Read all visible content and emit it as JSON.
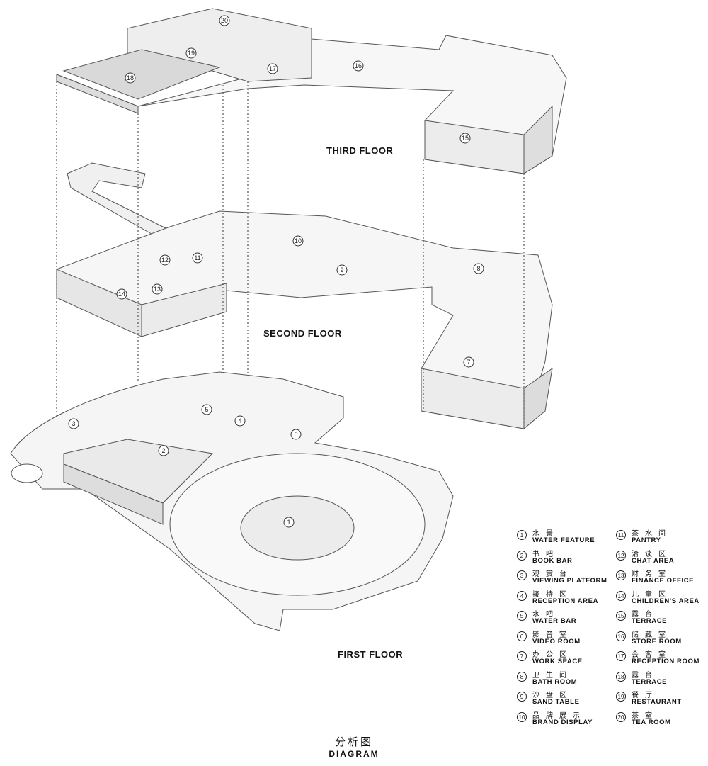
{
  "floors": {
    "third": "THIRD FLOOR",
    "second": "SECOND FLOOR",
    "first": "FIRST FLOOR"
  },
  "caption": {
    "cn": "分析图",
    "en": "DIAGRAM"
  },
  "legend": [
    {
      "num": "1",
      "cn": "水景",
      "en": "WATER FEATURE"
    },
    {
      "num": "2",
      "cn": "书吧",
      "en": "BOOK BAR"
    },
    {
      "num": "3",
      "cn": "观赏台",
      "en": "VIEWING PLATFORM"
    },
    {
      "num": "4",
      "cn": "接待区",
      "en": "RECEPTION AREA"
    },
    {
      "num": "5",
      "cn": "水吧",
      "en": "WATER BAR"
    },
    {
      "num": "6",
      "cn": "影音室",
      "en": "VIDEO ROOM"
    },
    {
      "num": "7",
      "cn": "办公区",
      "en": "WORK SPACE"
    },
    {
      "num": "8",
      "cn": "卫生间",
      "en": "BATH ROOM"
    },
    {
      "num": "9",
      "cn": "沙盘区",
      "en": "SAND TABLE"
    },
    {
      "num": "10",
      "cn": "品牌展示",
      "en": "BRAND DISPLAY"
    },
    {
      "num": "11",
      "cn": "茶水间",
      "en": "PANTRY"
    },
    {
      "num": "12",
      "cn": "洽谈区",
      "en": "CHAT AREA"
    },
    {
      "num": "13",
      "cn": "财务室",
      "en": "FINANCE OFFICE"
    },
    {
      "num": "14",
      "cn": "儿童区",
      "en": "CHILDREN'S AREA"
    },
    {
      "num": "15",
      "cn": "露台",
      "en": "TERRACE"
    },
    {
      "num": "16",
      "cn": "储藏室",
      "en": "STORE ROOM"
    },
    {
      "num": "17",
      "cn": "会客室",
      "en": "RECEPTION ROOM"
    },
    {
      "num": "18",
      "cn": "露台",
      "en": "TERRACE"
    },
    {
      "num": "19",
      "cn": "餐厅",
      "en": "RESTAURANT"
    },
    {
      "num": "20",
      "cn": "茶室",
      "en": "TEA ROOM"
    }
  ],
  "colors": {
    "wall": "#f2f2f2",
    "wall_side": "#e4e4e4",
    "edge": "#444444",
    "floor": "#fafafa"
  }
}
